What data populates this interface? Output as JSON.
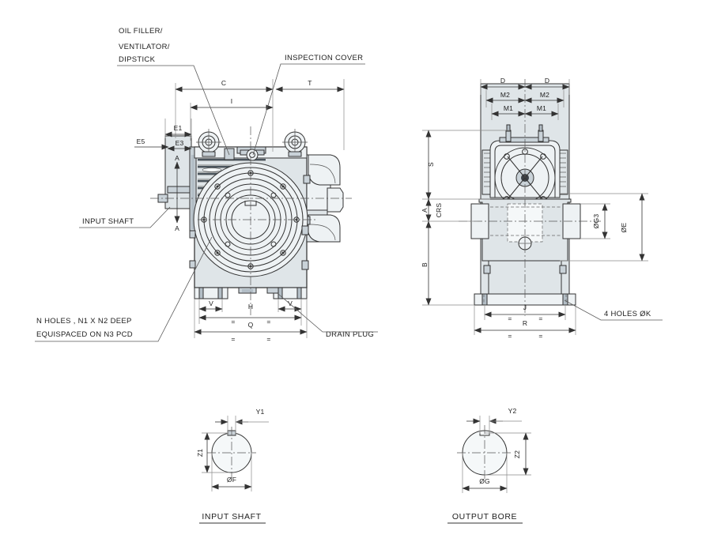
{
  "drawing": {
    "title": "Worm Gearbox General Arrangement Drawing",
    "sheet_background": "#ffffff",
    "line_color": "#333333",
    "body_fill": "#dfe5e8",
    "body_fill_light": "#eef2f4",
    "body_fill_dark": "#c3ccd2",
    "text_color": "#1d1d1d"
  },
  "annotations": {
    "oil_filler_line1": "OIL FILLER/",
    "oil_filler_line2": "VENTILATOR/",
    "oil_filler_line3": "DIPSTICK",
    "inspection_cover": "INSPECTION COVER",
    "input_shaft": "INPUT SHAFT",
    "drain_plug": "DRAIN PLUG",
    "n_holes_line1": "N HOLES , N1 X N2 DEEP",
    "n_holes_line2": "EQUISPACED ON N3 PCD",
    "four_holes": "4 HOLES ØK"
  },
  "views": {
    "side_view": {
      "name": "side-elevation-view",
      "dimensions": {
        "C": "C",
        "I": "I",
        "T": "T",
        "E1": "E1",
        "E3": "E3",
        "E5": "E5",
        "A_top": "A",
        "A_bottom": "A",
        "V_left": "V",
        "V_right": "V",
        "H": "H",
        "Q": "Q",
        "centre_mark": "="
      }
    },
    "front_view": {
      "name": "front-elevation-view",
      "dimensions": {
        "D_left": "D",
        "D_right": "D",
        "M2_left": "M2",
        "M2_right": "M2",
        "M1_left": "M1",
        "M1_right": "M1",
        "S": "S",
        "A": "A",
        "CRS": "CRS",
        "B": "B",
        "G3": "ØG3",
        "E": "ØE",
        "J": "J",
        "R": "R",
        "centre_mark": "="
      }
    },
    "input_shaft_detail": {
      "name": "input-shaft-detail",
      "caption": "INPUT SHAFT",
      "dimensions": {
        "Y1": "Y1",
        "Z1": "Z1",
        "F": "ØF"
      }
    },
    "output_bore_detail": {
      "name": "output-bore-detail",
      "caption": "OUTPUT BORE",
      "dimensions": {
        "Y2": "Y2",
        "Z2": "Z2",
        "G": "ØG"
      }
    }
  }
}
